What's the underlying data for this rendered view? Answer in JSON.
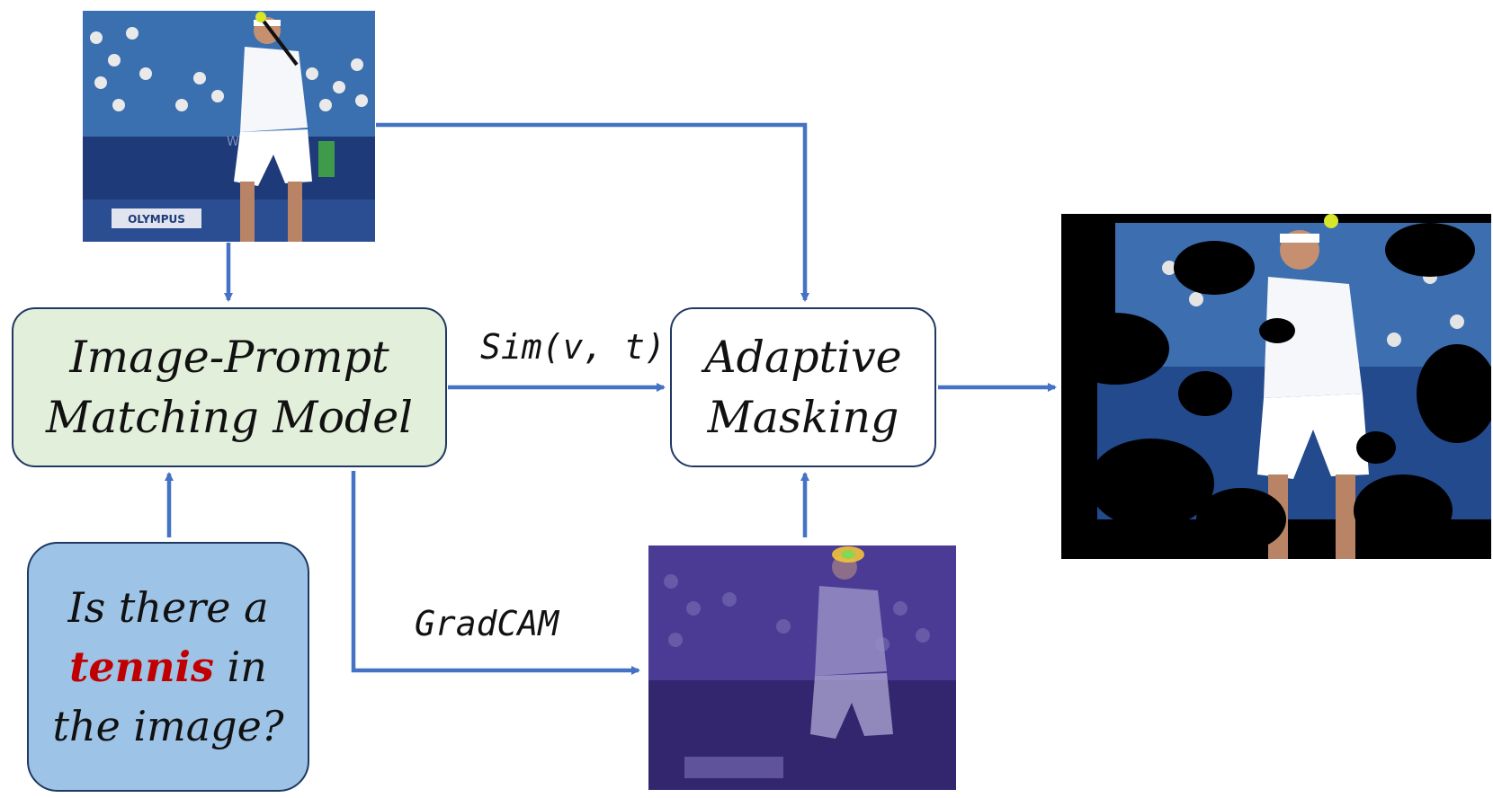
{
  "matching_model": {
    "line1": "Image-Prompt",
    "line2": "Matching Model"
  },
  "adaptive_masking": {
    "line1": "Adaptive",
    "line2": "Masking"
  },
  "prompt": {
    "before": "Is there a",
    "keyword": "tennis",
    "after_keyword": "in",
    "last_line": "the image?"
  },
  "edge_labels": {
    "similarity": "Sim(v, t)",
    "gradcam": "GradCAM"
  },
  "colors": {
    "arrow": "#4472c4",
    "box_border": "#1f3864",
    "matching_fill": "#e2efda",
    "prompt_fill": "#9dc3e6",
    "keyword": "#c00000",
    "court_blue": "#1f4e9c"
  }
}
